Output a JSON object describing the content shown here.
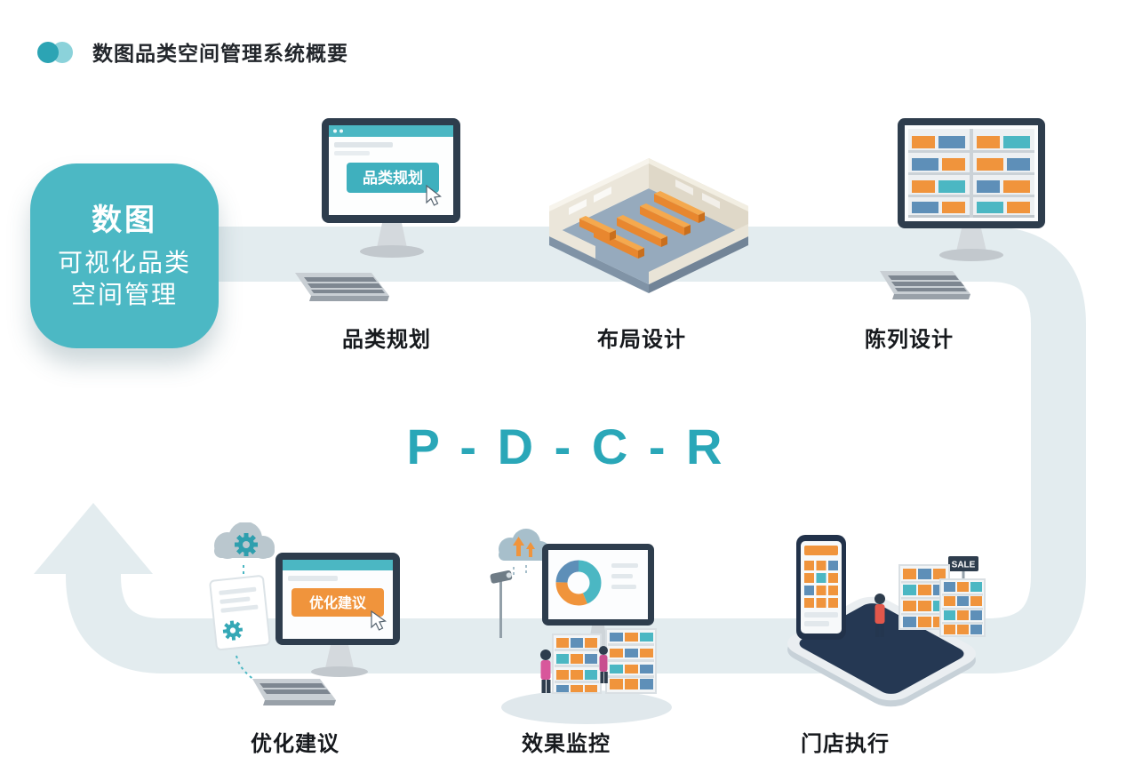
{
  "header": {
    "title": "数图品类空间管理系统概要"
  },
  "badge": {
    "name": "数图",
    "line1": "可视化品类",
    "line2": "空间管理"
  },
  "cycle": {
    "label": "P - D - C - R"
  },
  "steps": {
    "top": [
      {
        "label": "品类规划",
        "screen_text": "品类规划"
      },
      {
        "label": "布局设计"
      },
      {
        "label": "陈列设计"
      }
    ],
    "bottom": [
      {
        "label": "优化建议",
        "screen_text": "优化建议"
      },
      {
        "label": "效果监控"
      },
      {
        "label": "门店执行",
        "sign_text": "SALE"
      }
    ]
  },
  "colors": {
    "teal": "#4BB7C3",
    "teal_dark": "#2AA7B8",
    "band": "#E3ECEF",
    "orange": "#F0943C",
    "navy": "#2E3D4D"
  }
}
